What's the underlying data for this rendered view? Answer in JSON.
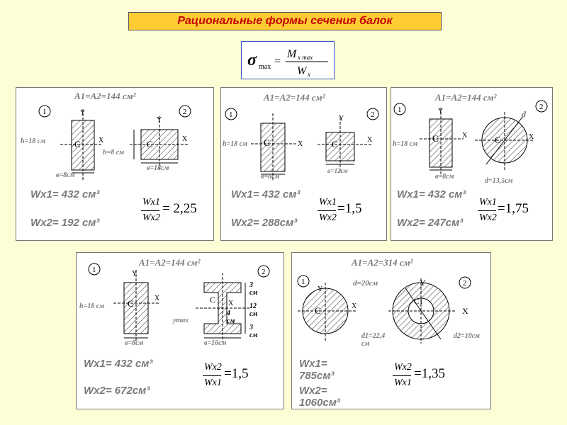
{
  "title": "Рациональные формы сечения балок",
  "formula": {
    "sigma": "σ",
    "sub": "max",
    "eq": "=",
    "num": "M",
    "num_sub": "x max",
    "den": "W",
    "den_sub": "x"
  },
  "panels": [
    {
      "area": "A1=A2=144 см²",
      "h": "h=18 см",
      "b1": "в=8см",
      "h2": "h=8 см",
      "b2": "в=18см",
      "w1": "Wx1= 432 см³",
      "w2": "Wx2= 192 см³",
      "ratio_top": "Wx1",
      "ratio_bot": "Wx2",
      "ratio_val": "= 2,25"
    },
    {
      "area": "A1=A2=144 см²",
      "h": "h=18 см",
      "b1": "в=8см",
      "b2": "а=12см",
      "w1": "Wx1= 432 см³",
      "w2": "Wx2= 288см³",
      "ratio_top": "Wx1",
      "ratio_bot": "Wx2",
      "ratio_val": "=1,5"
    },
    {
      "area": "A1=A2=144 см²",
      "h": "h=18 см",
      "b1": "в=8см",
      "d": "d",
      "dval": "d=13,5см",
      "w1": "Wx1= 432 см³",
      "w2": "Wx2= 247см³",
      "ratio_top": "Wx1",
      "ratio_bot": "Wx2",
      "ratio_val": "=1,75"
    },
    {
      "area": "A1=A2=144 см²",
      "h": "h=18 см",
      "b1": "в=8см",
      "b2": "в=16см",
      "d3a": "3 см",
      "d12": "12 см",
      "d4": "4 см",
      "d3b": "3 см",
      "ymax": "ymax",
      "w1": "Wx1= 432 см³",
      "w2": "Wx2= 672см³",
      "ratio_top": "Wx2",
      "ratio_bot": "Wx1",
      "ratio_val": "=1,5"
    },
    {
      "area": "A1=A2=314 см²",
      "d": "d=20см",
      "d1": "d1=22,4 см",
      "d2": "d2=10см",
      "w1": "Wx1= 785см³",
      "w2": "Wx2= 1060см³",
      "ratio_top": "Wx2",
      "ratio_bot": "Wx1",
      "ratio_val": "=1,35"
    }
  ],
  "labels": {
    "one": "1",
    "two": "2",
    "y": "Y",
    "x": "X",
    "c": "C",
    "c1": "С1"
  },
  "colors": {
    "title_bg": "#ffcc33",
    "title_text": "#c40000",
    "page_bg": "#fefed6",
    "formula_border": "#3355cc"
  }
}
